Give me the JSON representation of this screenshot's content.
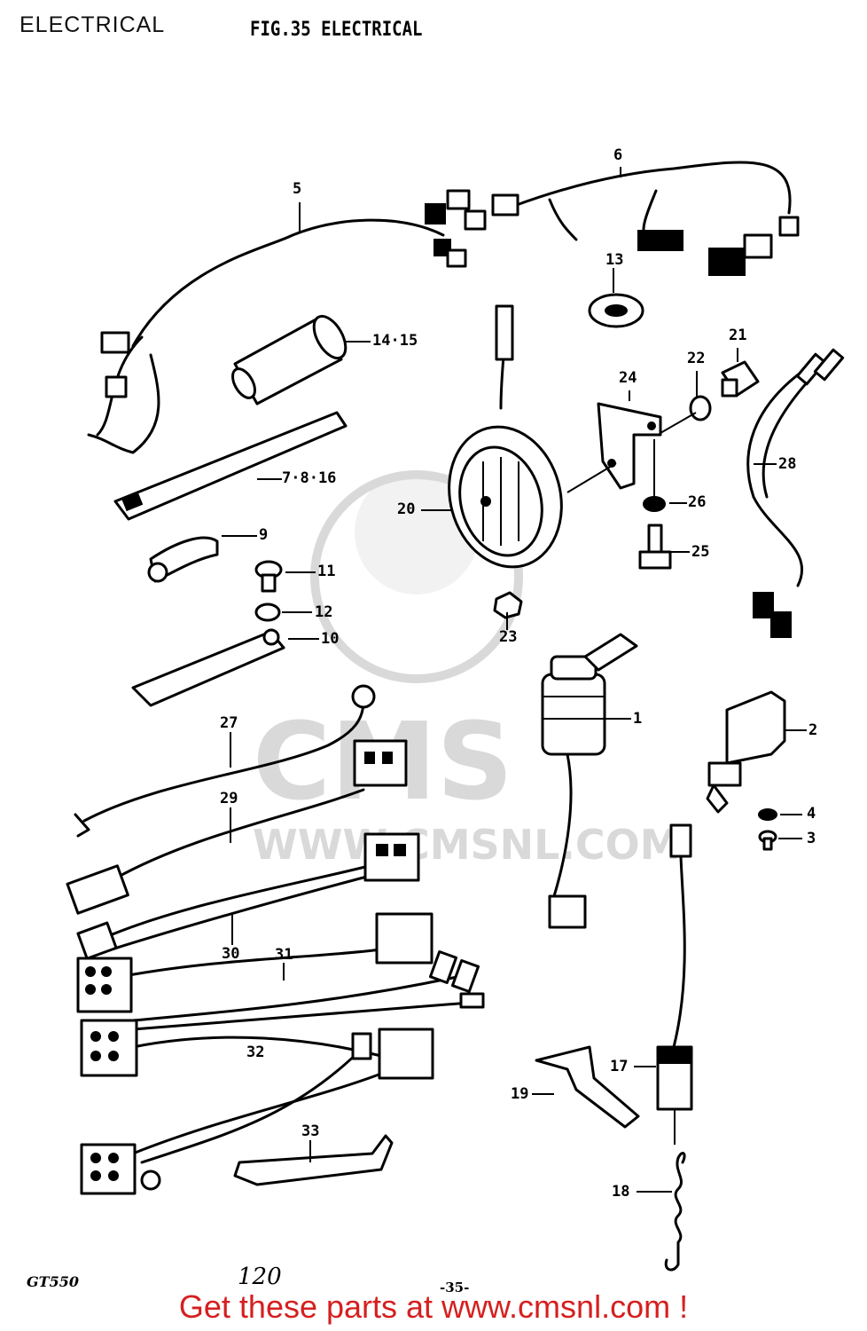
{
  "page": {
    "header": "ELECTRICAL",
    "figure_title": "FIG.35  ELECTRICAL",
    "model_note": "GT550",
    "page_note": "120",
    "page_number": "-35-",
    "footer_link": "Get these parts at www.cmsnl.com !",
    "footer_color": "#d61f1f"
  },
  "watermark": {
    "logo_text": "CMS",
    "url_text": "WWW.CMSNL.COM",
    "color": "#d9d9d9"
  },
  "callouts": [
    {
      "id": "c1",
      "label": "1"
    },
    {
      "id": "c2",
      "label": "2"
    },
    {
      "id": "c3",
      "label": "3"
    },
    {
      "id": "c4",
      "label": "4"
    },
    {
      "id": "c5",
      "label": "5"
    },
    {
      "id": "c6",
      "label": "6"
    },
    {
      "id": "c9",
      "label": "9"
    },
    {
      "id": "c10",
      "label": "10"
    },
    {
      "id": "c11",
      "label": "11"
    },
    {
      "id": "c12",
      "label": "12"
    },
    {
      "id": "c13",
      "label": "13"
    },
    {
      "id": "c14",
      "label": "14·15"
    },
    {
      "id": "c7",
      "label": "7·8·16"
    },
    {
      "id": "c17",
      "label": "17"
    },
    {
      "id": "c18",
      "label": "18"
    },
    {
      "id": "c19",
      "label": "19"
    },
    {
      "id": "c20",
      "label": "20"
    },
    {
      "id": "c21",
      "label": "21"
    },
    {
      "id": "c22",
      "label": "22"
    },
    {
      "id": "c23",
      "label": "23"
    },
    {
      "id": "c24",
      "label": "24"
    },
    {
      "id": "c25",
      "label": "25"
    },
    {
      "id": "c26",
      "label": "26"
    },
    {
      "id": "c27",
      "label": "27"
    },
    {
      "id": "c28",
      "label": "28"
    },
    {
      "id": "c29",
      "label": "29"
    },
    {
      "id": "c30",
      "label": "30"
    },
    {
      "id": "c31",
      "label": "31"
    },
    {
      "id": "c32",
      "label": "32"
    },
    {
      "id": "c33",
      "label": "33"
    }
  ]
}
